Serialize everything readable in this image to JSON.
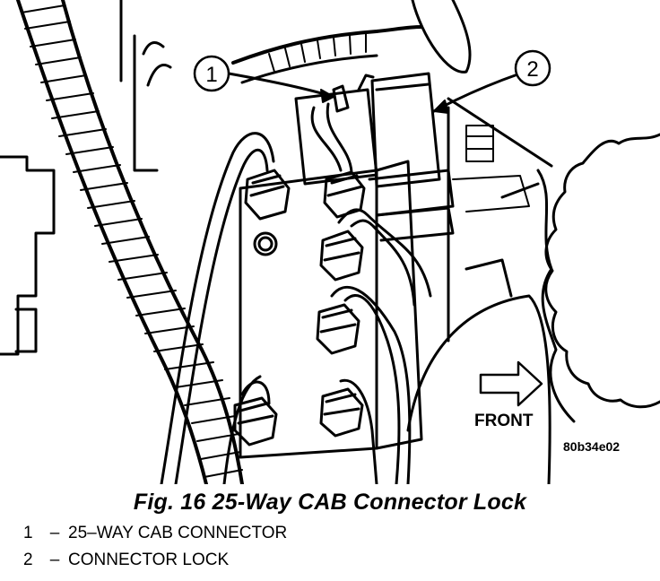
{
  "diagram": {
    "callouts": [
      {
        "number": "1"
      },
      {
        "number": "2"
      }
    ],
    "direction_label": "FRONT",
    "figure_id": "80b34e02"
  },
  "caption": {
    "title": "Fig. 16 25-Way CAB Connector Lock",
    "legend": [
      {
        "number": "1",
        "dash": "–",
        "text": "25–WAY CAB CONNECTOR"
      },
      {
        "number": "2",
        "dash": "–",
        "text": "CONNECTOR LOCK"
      }
    ]
  }
}
